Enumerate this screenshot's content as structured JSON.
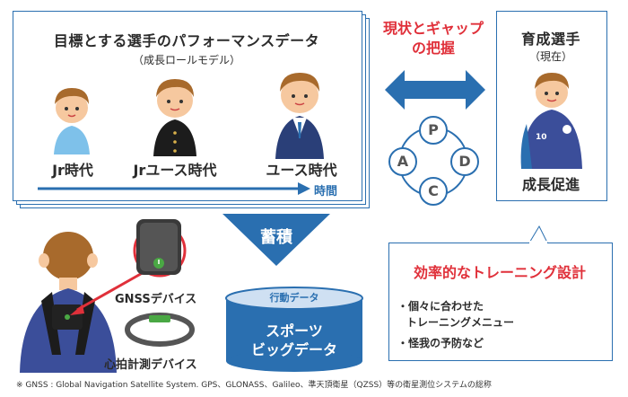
{
  "model_panel": {
    "title": "目標とする選手のパフォーマンスデータ",
    "subtitle": "（成長ロールモデル）",
    "eras": [
      "Jr時代",
      "Jrユース時代",
      "ユース時代"
    ],
    "timeline_label": "時間"
  },
  "gap": {
    "line1": "現状とギャップ",
    "line2": "の把握"
  },
  "current_panel": {
    "title": "育成選手",
    "subtitle": "（現在）",
    "status": "成長促進",
    "jersey_number": "10"
  },
  "pdca": [
    "P",
    "D",
    "C",
    "A"
  ],
  "accumulate_label": "蓄積",
  "devices": {
    "gnss": "GNSSデバイス",
    "heart": "心拍計測デバイス"
  },
  "database": {
    "top": "行動データ",
    "line1": "スポーツ",
    "line2": "ビッグデータ"
  },
  "design_panel": {
    "title": "効率的なトレーニング設計",
    "items": [
      "・個々に合わせた",
      "トレーニングメニュー",
      "・怪我の予防など"
    ]
  },
  "footnote": "※ GNSS : Global Navigation Satellite System. GPS、GLONASS、Galileo、準天頂衛星（QZSS）等の衛星測位システムの総称",
  "colors": {
    "blue": "#2a6fb0",
    "red": "#e0303a",
    "skin": "#f6c89f",
    "hair": "#a86a2c"
  }
}
